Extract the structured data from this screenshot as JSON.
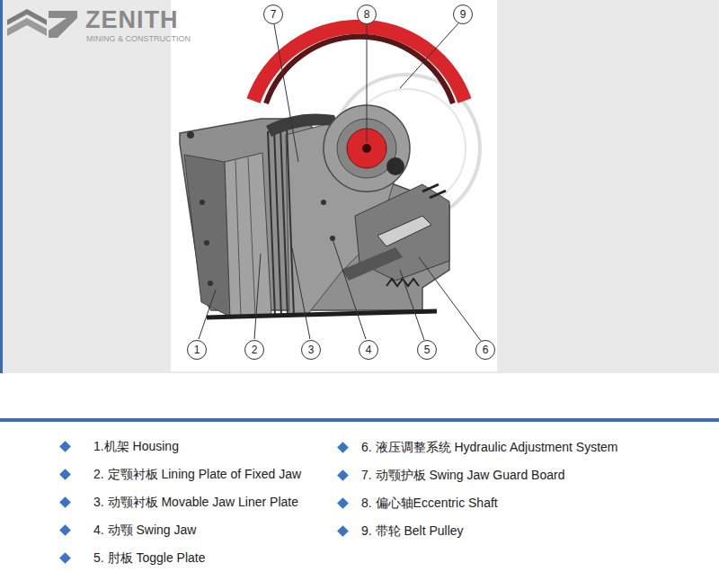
{
  "diagram": {
    "nodes": [
      {
        "text": [
          "7"
        ]
      },
      {
        "text": [
          "8"
        ]
      },
      {
        "text": [
          "9"
        ]
      },
      {
        "text": [
          "1"
        ]
      },
      {
        "text": [
          "2"
        ]
      },
      {
        "text": [
          "3"
        ]
      },
      {
        "text": [
          "4"
        ]
      },
      {
        "text": [
          "5"
        ]
      },
      {
        "text": [
          "6"
        ]
      }
    ],
    "labels": [
      "ZENITH",
      "MINING & CONSTRUCTION"
    ],
    "legend": [
      {
        "text": "1.机架 Housing"
      },
      {
        "text": "2. 定颚衬板 Lining Plate of Fixed Jaw"
      },
      {
        "text": "3. 动颚衬板 Movable Jaw Liner Plate"
      },
      {
        "text": "4. 动颚 Swing Jaw"
      },
      {
        "text": "5. 肘板 Toggle Plate"
      },
      {
        "text": "6. 液压调整系统 Hydraulic Adjustment System"
      },
      {
        "text": "7. 动颚护板 Swing Jaw Guard Board"
      },
      {
        "text": "8. 偏心轴Eccentric Shaft"
      },
      {
        "text": "9. 带轮 Belt Pulley"
      }
    ]
  }
}
